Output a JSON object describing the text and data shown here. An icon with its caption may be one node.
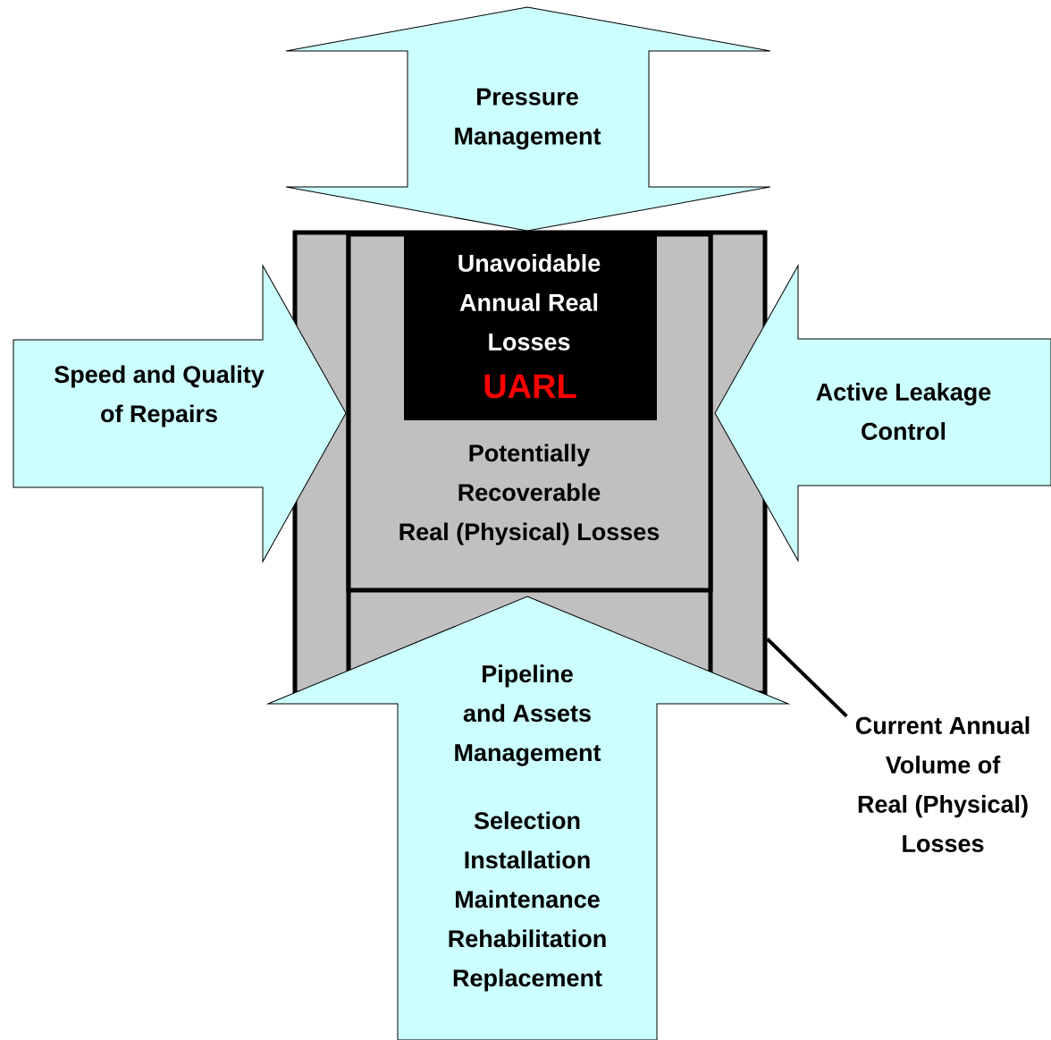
{
  "diagram": {
    "nodes": [
      {
        "text": [
          "Pressure Management"
        ]
      },
      {
        "text": [],
        "shape": "box"
      },
      {
        "text": [
          "Potentially Recoverable Real (Physical) Losses"
        ],
        "in": 1
      },
      {
        "text": [
          "Unavoidable Annual Real Losses",
          "UARL"
        ],
        "in": 2
      },
      {
        "text": [
          "Speed and Quality of Repairs"
        ]
      },
      {
        "text": [
          "Active Leakage Control"
        ]
      },
      {
        "text": [
          "Pipeline and Assets Management",
          "Selection Installation Maintenance Rehabilitation Replacement"
        ]
      },
      {
        "text": [
          "Current Annual Volume of Real (Physical) Losses"
        ]
      }
    ],
    "edges": [
      {
        "from": 7,
        "to": 1,
        "arrow": "none"
      }
    ]
  }
}
